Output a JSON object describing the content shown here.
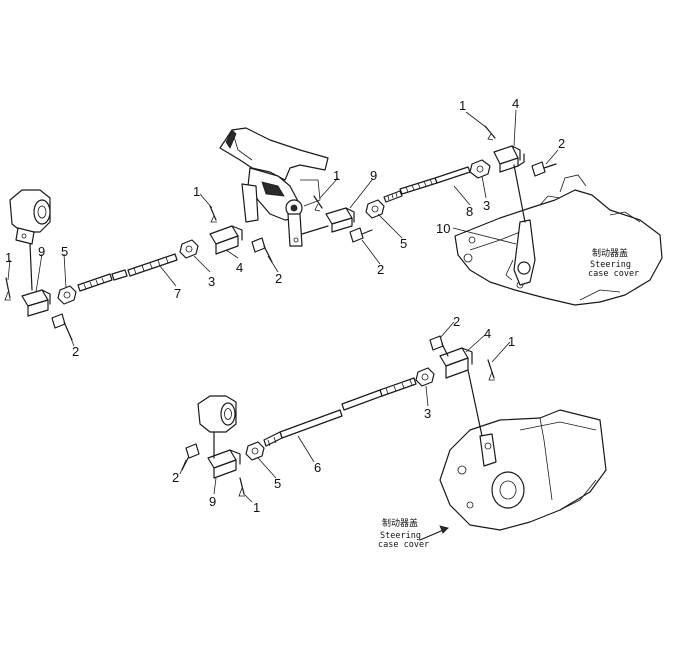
{
  "callouts": {
    "c1a": "1",
    "c4a": "4",
    "c2a": "2",
    "c3a": "3",
    "c8": "8",
    "c10": "10",
    "c9a": "9",
    "c1b": "1",
    "c5a": "5",
    "c2b": "2",
    "c1c": "1",
    "c4b": "4",
    "c3b": "3",
    "c2c": "2",
    "c7": "7",
    "c5b": "5",
    "c9b": "9",
    "c1d": "1",
    "c2d": "2",
    "c2e": "2",
    "c4c": "4",
    "c1e": "1",
    "c3c": "3",
    "c6": "6",
    "c5c": "5",
    "c2f": "2",
    "c9c": "9",
    "c1f": "1"
  },
  "labels": {
    "top_cn": "制动器盖",
    "top_en1": "Steering",
    "top_en2": "case cover",
    "bottom_cn": "制动器盖",
    "bottom_en1": "Steering",
    "bottom_en2": "case cover"
  }
}
